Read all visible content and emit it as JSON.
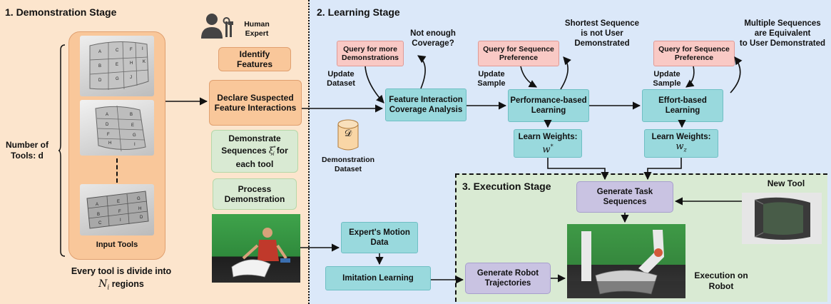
{
  "stage1": {
    "title": "1. Demonstration Stage",
    "number_of_tools": "Number of\nTools: d",
    "input_tools": "Input Tools",
    "divide_line1": "Every tool is divide into",
    "divide_line2": "N",
    "divide_sub": "i",
    "divide_line3": " regions",
    "human_expert": "Human\nExpert",
    "identify_features": "Identify\nFeatures",
    "declare_interactions": "Declare Suspected\nFeature Interactions",
    "demonstrate_a": "Demonstrate",
    "demonstrate_b": "Sequences ",
    "demonstrate_xi": "ξ",
    "demonstrate_sup": "*",
    "demonstrate_sub": "i",
    "demonstrate_c": " for",
    "demonstrate_d": "each tool",
    "process_demo": "Process\nDemonstration",
    "tool1_letters": [
      "A",
      "C",
      "F",
      "I",
      "B",
      "E",
      "H",
      "K",
      "D",
      "G",
      "J"
    ],
    "tool2_letters": [
      "A",
      "B",
      "D",
      "E",
      "F",
      "G",
      "H",
      "I"
    ],
    "tool3_letters": [
      "A",
      "E",
      "G",
      "B",
      "F",
      "H",
      "C",
      "I",
      "D"
    ]
  },
  "stage2": {
    "title": "2. Learning Stage",
    "query_more": "Query for more\nDemonstrations",
    "not_enough": "Not enough\nCoverage?",
    "update_dataset": "Update\nDataset",
    "coverage_analysis": "Feature Interaction\nCoverage Analysis",
    "dataset_symbol": "𝒟",
    "demo_dataset": "Demonstration\nDataset",
    "query_pref1": "Query for Sequence\nPreference",
    "shortest_seq": "Shortest Sequence\nis not User\nDemonstrated",
    "update_sample1": "Update\nSample",
    "performance_learning": "Performance-based\nLearning",
    "learn_weights1": "Learn Weights:",
    "w_star_base": "w",
    "w_star_sup": "*",
    "query_pref2": "Query for Sequence\nPreference",
    "multiple_seq": "Multiple Sequences\nare Equivalent\nto User Demonstrated",
    "update_sample2": "Update\nSample",
    "effort_learning": "Effort-based\nLearning",
    "learn_weights2": "Learn Weights:",
    "w_z_base": "w",
    "w_z_sub": "z",
    "motion_data": "Expert's Motion\nData",
    "imitation_learning": "Imitation Learning"
  },
  "stage3": {
    "title": "3. Execution Stage",
    "generate_task": "Generate Task\nSequences",
    "new_tool": "New Tool",
    "generate_robot": "Generate Robot\nTrajectories",
    "execution_robot": "Execution on\nRobot"
  },
  "colors": {
    "stage1_bg": "#fce5cd",
    "stage2_bg": "#dbe8f9",
    "stage3_bg": "#d9ead3",
    "orange": "#f9c79a",
    "teal": "#99d9dd",
    "pink": "#f9c9c5",
    "lavender": "#c9c3e2"
  }
}
